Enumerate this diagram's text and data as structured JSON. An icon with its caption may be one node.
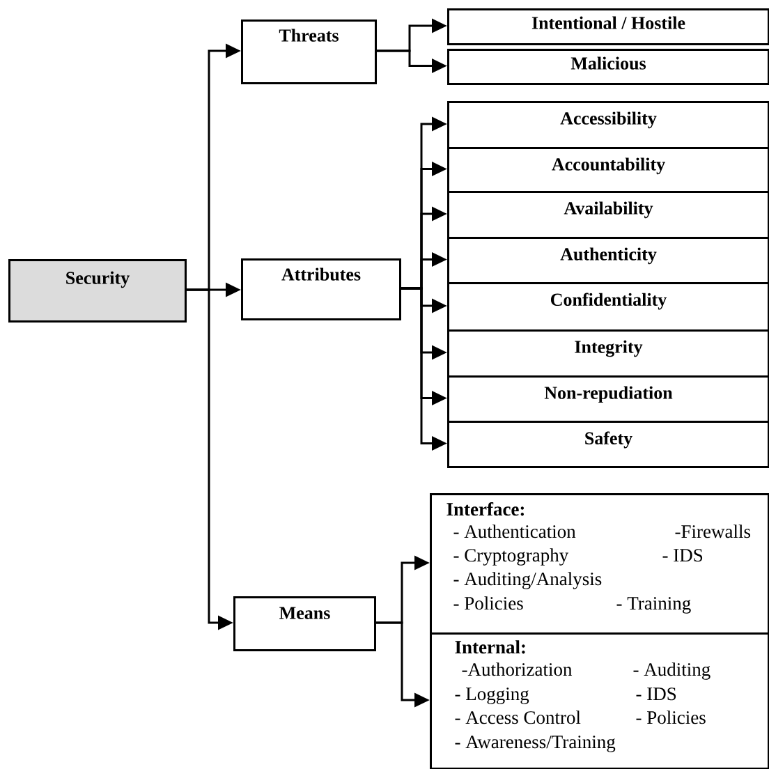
{
  "diagram": {
    "nodes": [
      {
        "text": [
          "Security"
        ]
      },
      {
        "text": [
          "Threats"
        ]
      },
      {
        "text": [
          "Intentional / Hostile"
        ]
      },
      {
        "text": [
          "Malicious"
        ]
      },
      {
        "text": [
          "Attributes"
        ]
      },
      {
        "text": [
          "Accessibility"
        ]
      },
      {
        "text": [
          "Accountability"
        ]
      },
      {
        "text": [
          "Availability"
        ]
      },
      {
        "text": [
          "Authenticity"
        ]
      },
      {
        "text": [
          "Confidentiality"
        ]
      },
      {
        "text": [
          "Integrity"
        ]
      },
      {
        "text": [
          "Non-repudiation"
        ]
      },
      {
        "text": [
          "Safety"
        ]
      },
      {
        "text": [
          "Means"
        ]
      },
      {
        "text": [
          "Interface:",
          "- Authentication",
          "-Firewalls",
          "- Cryptography",
          "- IDS",
          "- Auditing/Analysis",
          "- Policies",
          "- Training"
        ]
      },
      {
        "text": [
          "Internal:",
          "-Authorization",
          "- Auditing",
          "- Logging",
          "- IDS",
          "- Access Control",
          "- Policies",
          "- Awareness/Training"
        ]
      }
    ],
    "edges": [
      {
        "from": 0,
        "to": 1,
        "arrow": "to"
      },
      {
        "from": 0,
        "to": 4,
        "arrow": "to"
      },
      {
        "from": 0,
        "to": 13,
        "arrow": "to"
      },
      {
        "from": 1,
        "to": 2,
        "arrow": "to"
      },
      {
        "from": 1,
        "to": 3,
        "arrow": "to"
      },
      {
        "from": 4,
        "to": 5,
        "arrow": "to"
      },
      {
        "from": 4,
        "to": 6,
        "arrow": "to"
      },
      {
        "from": 4,
        "to": 7,
        "arrow": "to"
      },
      {
        "from": 4,
        "to": 8,
        "arrow": "to"
      },
      {
        "from": 4,
        "to": 9,
        "arrow": "to"
      },
      {
        "from": 4,
        "to": 10,
        "arrow": "to"
      },
      {
        "from": 4,
        "to": 11,
        "arrow": "to"
      },
      {
        "from": 4,
        "to": 12,
        "arrow": "to"
      },
      {
        "from": 13,
        "to": 14,
        "arrow": "to"
      },
      {
        "from": 13,
        "to": 15,
        "arrow": "to"
      }
    ]
  }
}
